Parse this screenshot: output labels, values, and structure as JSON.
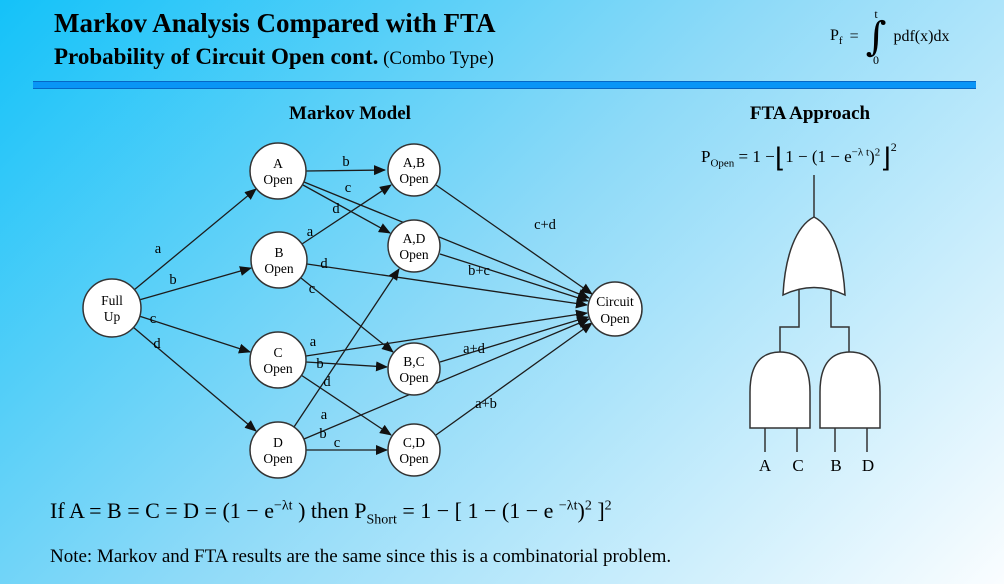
{
  "slide": {
    "title": "Markov Analysis Compared with FTA",
    "subtitle": "Probability of Circuit Open cont.",
    "subtitle_suffix": " (Combo Type)",
    "pf": {
      "p": "P",
      "sub": "f",
      "eq": "=",
      "upper": "t",
      "integral": "∫",
      "lower": "0",
      "body": "pdf(x)dx"
    }
  },
  "markov": {
    "heading": "Markov Model",
    "nodes": {
      "full_up": {
        "l1": "Full",
        "l2": "Up"
      },
      "a": {
        "l1": "A",
        "l2": "Open"
      },
      "b": {
        "l1": "B",
        "l2": "Open"
      },
      "c": {
        "l1": "C",
        "l2": "Open"
      },
      "d": {
        "l1": "D",
        "l2": "Open"
      },
      "ab": {
        "l1": "A,B",
        "l2": "Open"
      },
      "ad": {
        "l1": "A,D",
        "l2": "Open"
      },
      "bc": {
        "l1": "B,C",
        "l2": "Open"
      },
      "cd": {
        "l1": "C,D",
        "l2": "Open"
      },
      "circuit": {
        "l1": "Circuit",
        "l2": "Open"
      }
    },
    "edge_labels": {
      "fu_a": "a",
      "fu_b": "b",
      "fu_c": "c",
      "fu_d": "d",
      "a_ab": "b",
      "a_circuit": "c",
      "a_ad": "d",
      "b_ab": "a",
      "b_circuit": "d",
      "b_bc": "c",
      "c_circuit": "a",
      "c_bc": "b",
      "c_cd": "d",
      "d_ad": "a",
      "d_circuit": "b",
      "d_cd": "c",
      "ab_circuit": "c+d",
      "ad_circuit": "b+c",
      "bc_circuit": "a+d",
      "cd_circuit": "a+b"
    }
  },
  "fta": {
    "heading": "FTA Approach",
    "formula": {
      "p": "P",
      "sub": "Open",
      "body1": "= 1 −",
      "lbracket": "⌊",
      "body2": "1 − (1 − e",
      "sup1": "−λ t",
      "body3": ")",
      "sup2": "2",
      "rbracket": "⌋",
      "sup3": "2"
    },
    "inputs": {
      "left1": "A",
      "left2": "C",
      "right1": "B",
      "right2": "D"
    }
  },
  "footer": {
    "if_line": {
      "t1": "If A = B = C = D = (1 − e",
      "s1": "−λt",
      "t2": " ) then P",
      "sub": "Short",
      "t3": " = 1 − [ 1 − (1 − e ",
      "s2": "−λt",
      "t4": ")",
      "s3": "2",
      "t5": " ]",
      "s4": "2"
    },
    "note": "Note: Markov and FTA results are the same since this is a combinatorial problem."
  },
  "colors": {
    "bg_start": "#14c2f9",
    "bg_end": "#fafdff",
    "divider": "#0995f6",
    "divider_edge": "#0667c6",
    "node_fill": "#ffffff",
    "node_stroke": "#333333",
    "text": "#000000"
  }
}
